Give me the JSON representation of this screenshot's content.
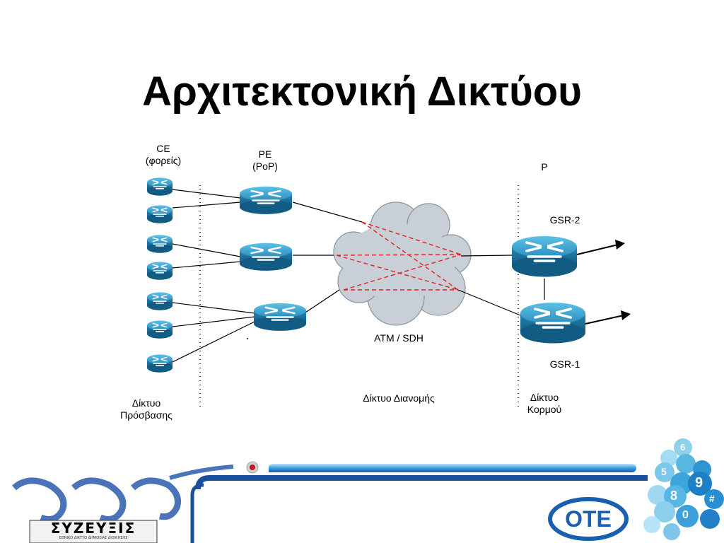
{
  "slide": {
    "title": "Αρχιτεκτονική Δικτύου"
  },
  "labels": {
    "ce_line1": "CE",
    "ce_line2": "(φορείς)",
    "pe_line1": "PE",
    "pe_line2": "(PoP)",
    "p": "P",
    "gsr2": "GSR-2",
    "gsr1": "GSR-1",
    "cloud": "ATM / SDH",
    "access_line1": "Δίκτυο",
    "access_line2": "Πρόσβασης",
    "distribution": "Δίκτυο Διανομής",
    "core_line1": "Δίκτυο",
    "core_line2": "Κορμού"
  },
  "footer": {
    "logo_text": "ΣΥΖΕΥΞΙΣ",
    "logo_subtitle": "ΕΘΝΙΚΟ ΔΙΚΤΥΟ ΔΗΜΟΣΙΑΣ ΔΙΟΙΚΗΣΗΣ",
    "ote_text": "ΟΤΕ",
    "keypad_digits": [
      "6",
      "9",
      "8",
      "#",
      "0",
      "5"
    ]
  },
  "colors": {
    "router_top": "#3aa0cc",
    "router_side": "#1a6e95",
    "dashed_link": "#e02020",
    "cloud": "#c8cfd6",
    "footer_blue": "#1a4f9c"
  }
}
